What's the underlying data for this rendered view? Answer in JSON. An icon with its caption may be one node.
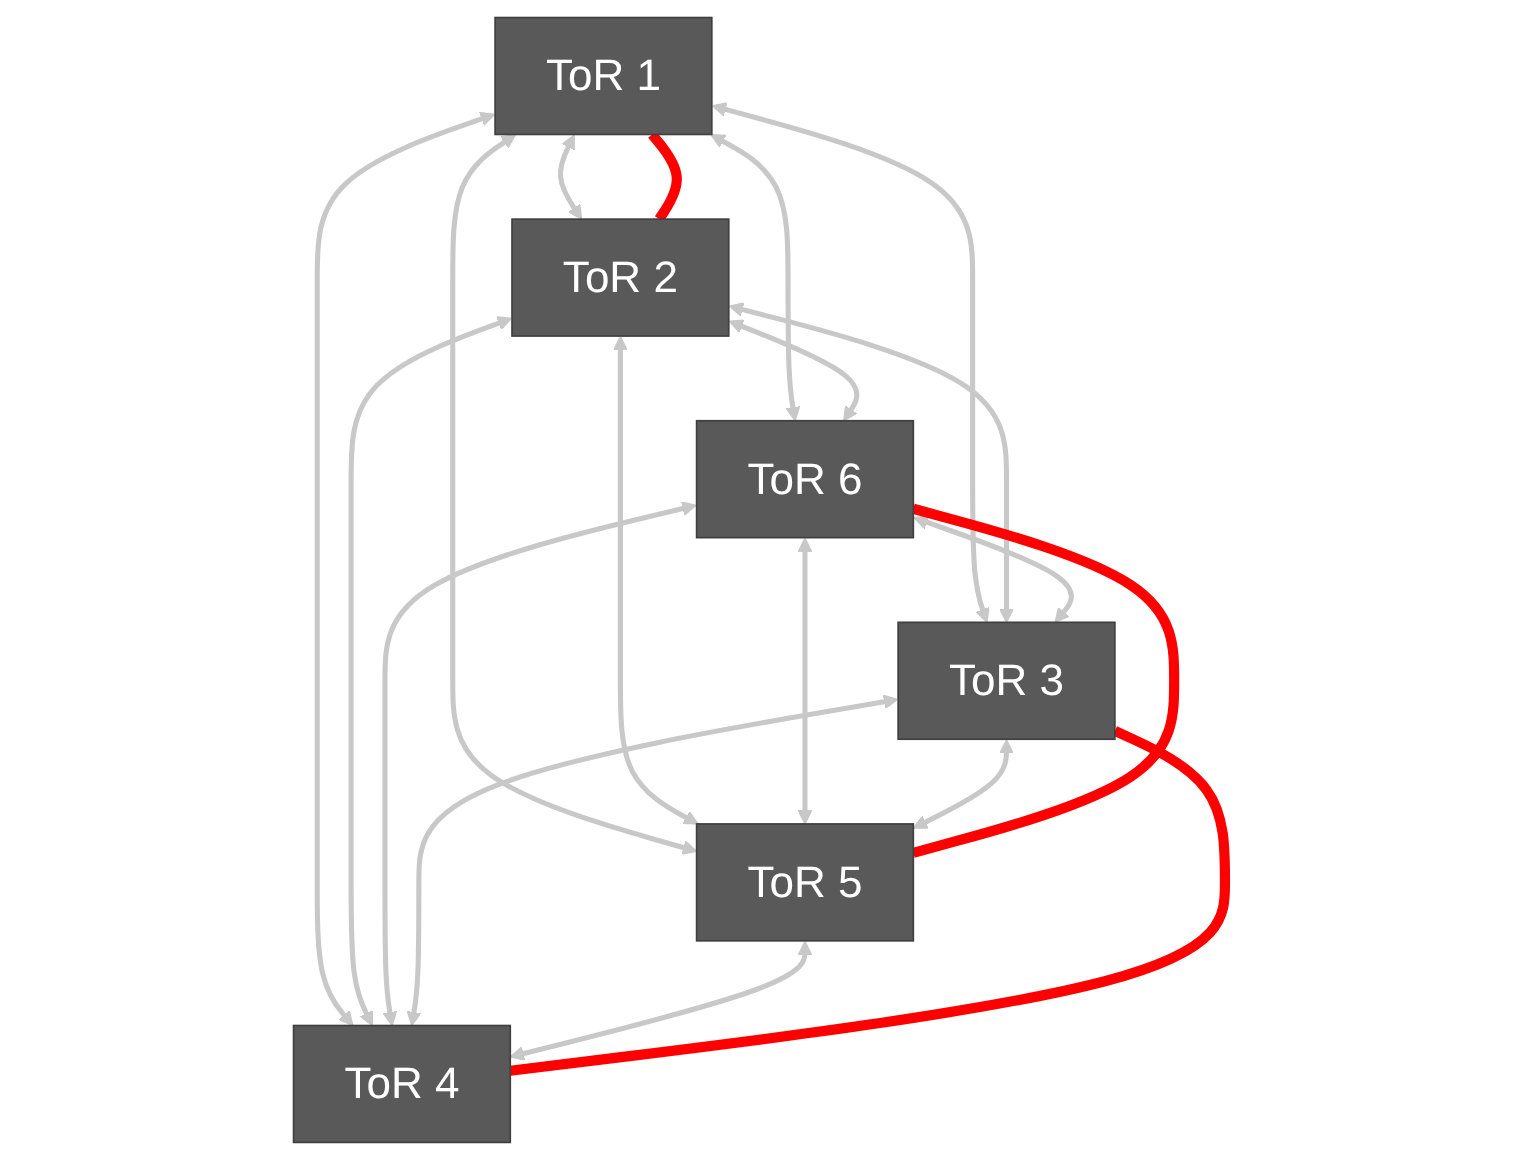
{
  "diagram": {
    "nodes": [
      {
        "text": [
          "ToR 1"
        ]
      },
      {
        "text": [
          "ToR 2"
        ]
      },
      {
        "text": [
          "ToR 6"
        ]
      },
      {
        "text": [
          "ToR 3"
        ]
      },
      {
        "text": [
          "ToR 5"
        ]
      },
      {
        "text": [
          "ToR 4"
        ]
      }
    ],
    "edges": [
      {
        "from": 0,
        "to": 1,
        "arrow": "both"
      },
      {
        "from": 0,
        "to": 2,
        "arrow": "both"
      },
      {
        "from": 0,
        "to": 3,
        "arrow": "both"
      },
      {
        "from": 0,
        "to": 4,
        "arrow": "both"
      },
      {
        "from": 0,
        "to": 5,
        "arrow": "both"
      },
      {
        "from": 1,
        "to": 2,
        "arrow": "both"
      },
      {
        "from": 1,
        "to": 3,
        "arrow": "both"
      },
      {
        "from": 1,
        "to": 4,
        "arrow": "both"
      },
      {
        "from": 1,
        "to": 5,
        "arrow": "both"
      },
      {
        "from": 2,
        "to": 3,
        "arrow": "both"
      },
      {
        "from": 2,
        "to": 4,
        "arrow": "both"
      },
      {
        "from": 2,
        "to": 5,
        "arrow": "both"
      },
      {
        "from": 3,
        "to": 4,
        "arrow": "both"
      },
      {
        "from": 3,
        "to": 5,
        "arrow": "both"
      },
      {
        "from": 4,
        "to": 5,
        "arrow": "both"
      },
      {
        "from": 0,
        "to": 1,
        "arrow": "none",
        "style": "thick",
        "color": "#ff0000"
      },
      {
        "from": 3,
        "to": 5,
        "arrow": "none",
        "style": "thick",
        "color": "#ff0000"
      },
      {
        "from": 2,
        "to": 4,
        "arrow": "none",
        "style": "thick",
        "color": "#ff0000"
      }
    ]
  }
}
